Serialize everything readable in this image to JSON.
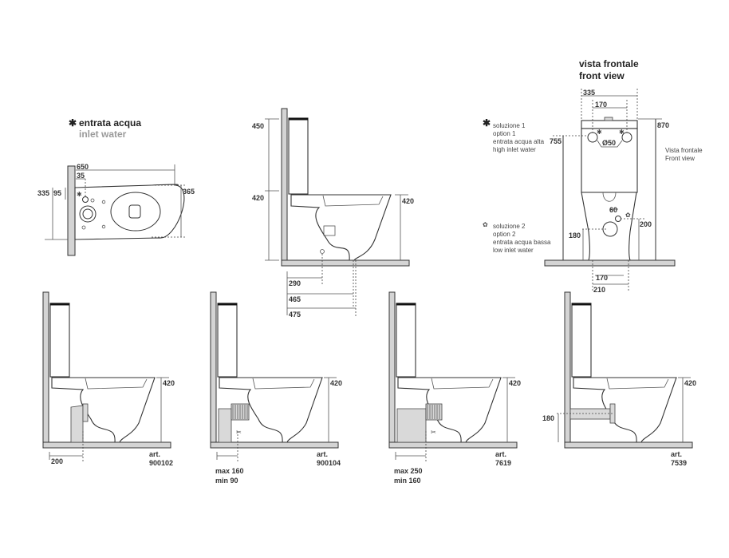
{
  "legend": {
    "inlet_symbol": "✱",
    "inlet_it": "entrata acqua",
    "inlet_en": "inlet water"
  },
  "top_view": {
    "dim_length": "650",
    "dim_inlet_offset": "35",
    "dim_wall_depth": "335",
    "dim_inlet_height": "95",
    "dim_width": "365"
  },
  "side_view": {
    "dim_cistern": "450",
    "dim_seat_wall": "420",
    "dim_seat_height": "420",
    "dim_inlet": "290",
    "dim_outlet_1": "465",
    "dim_outlet_2": "475"
  },
  "front_view": {
    "title_it": "vista frontale",
    "title_en": "front view",
    "dim_width": "335",
    "dim_holes": "170",
    "dim_total_height": "870",
    "dim_high_inlet": "755",
    "dim_diameter": "Ø50",
    "dim_60": "60",
    "dim_200": "200",
    "dim_180": "180",
    "dim_base_170": "170",
    "dim_base_210": "210",
    "side_label_it": "Vista frontale",
    "side_label_en": "Front view",
    "option1": {
      "symbol": "✱",
      "line1": "soluzione 1",
      "line2": "option 1",
      "line3": "entrata acqua alta",
      "line4": "high inlet water"
    },
    "option2": {
      "symbol": "✿",
      "line1": "soluzione 2",
      "line2": "option 2",
      "line3": "entrata acqua bassa",
      "line4": "low inlet water"
    }
  },
  "variants": [
    {
      "art_label": "art.",
      "art_code": "900102",
      "seat_height": "420",
      "dim_1": "200",
      "dim_2": ""
    },
    {
      "art_label": "art.",
      "art_code": "900104",
      "seat_height": "420",
      "dim_1": "max 160",
      "dim_2": "min  90"
    },
    {
      "art_label": "art.",
      "art_code": "7619",
      "seat_height": "420",
      "dim_1": "max 250",
      "dim_2": "min  160"
    },
    {
      "art_label": "art.",
      "art_code": "7539",
      "seat_height": "420",
      "dim_1": "180",
      "dim_2": ""
    }
  ]
}
